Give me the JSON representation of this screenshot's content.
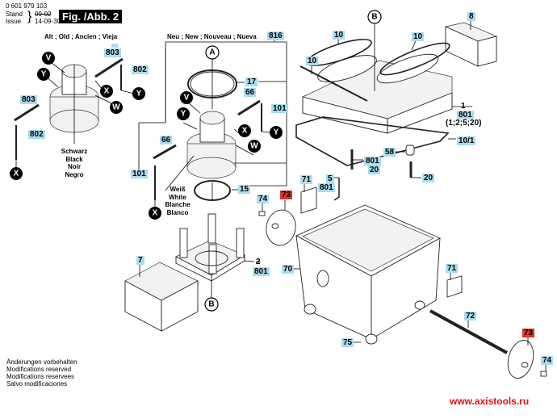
{
  "header": {
    "part_number": "0 601 979 103",
    "stand_label": "Stand",
    "issue_label": "Issue",
    "stand_value": "09-02",
    "issue_value": "14-09-30",
    "figure_label": "Fig. /Abb. 2"
  },
  "sections": {
    "old": "Alt ; Old ; Ancien ; Vieja",
    "new": "Neu ; New ; Nouveau ; Nueva"
  },
  "color_notes": {
    "black": [
      "Schwarz",
      "Black",
      "Noir",
      "Negro"
    ],
    "white": [
      "Weiß",
      "White",
      "Blanche",
      "Blanco"
    ]
  },
  "connector_markers": [
    "V",
    "Y",
    "X",
    "W"
  ],
  "reference_markers": [
    "A",
    "B"
  ],
  "part_labels": {
    "p803a": "803",
    "p802a": "802",
    "p803b": "803",
    "p802b": "802",
    "p816": "816",
    "p17": "17",
    "p66a": "66",
    "p101a": "101",
    "p66b": "66",
    "p101b": "101",
    "p15": "15",
    "p10a": "10",
    "p10b": "10",
    "p10c": "10",
    "p8": "8",
    "p1": "1",
    "p801a": "801",
    "p1_sub": "(1;2;5;20)",
    "p10_1": "10/1",
    "p58": "58",
    "p801b": "801",
    "p20a": "20",
    "p20b": "20",
    "p5": "5",
    "p801c": "801",
    "p71a": "71",
    "p73a": "73",
    "p74a": "74",
    "p7": "7",
    "p2": "2",
    "p801d": "801",
    "p70": "70",
    "p71b": "71",
    "p72": "72",
    "p73b": "73",
    "p74b": "74",
    "p75": "75"
  },
  "footer_notes": [
    "Änderungen vorbehalten",
    "Modifications reserved",
    "Modifications reservees",
    "Salvo modificaciones"
  ],
  "watermark": "www.axistools.ru",
  "colors": {
    "label_highlight": "#a8dcf0",
    "label_red": "#d9342b",
    "watermark": "#e01010"
  }
}
